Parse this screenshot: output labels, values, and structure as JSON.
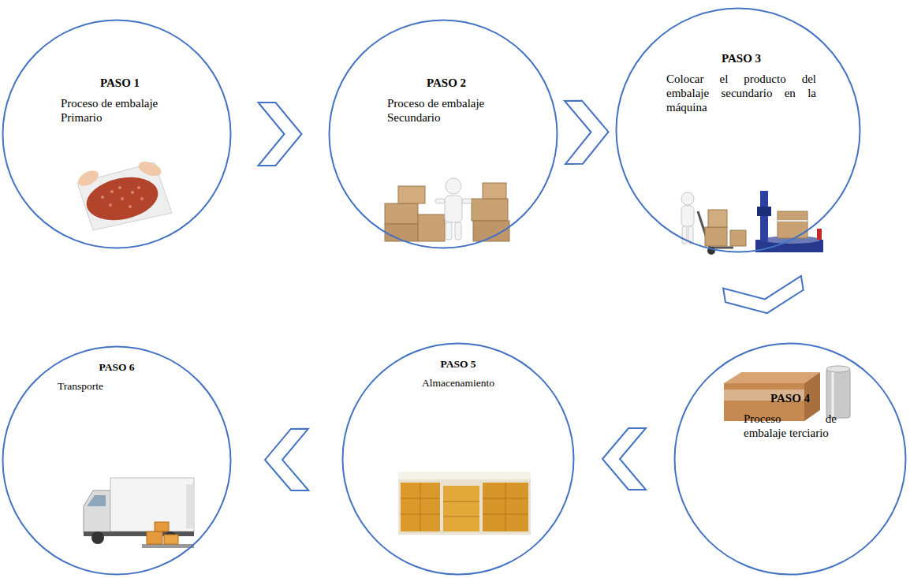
{
  "diagram": {
    "nodes": [
      {
        "text": [
          "PASO 1",
          "Proceso de embalaje Primario"
        ]
      },
      {
        "text": [
          "PASO 2",
          "Proceso de embalaje Secundario"
        ]
      },
      {
        "text": [
          "PASO 3",
          "Colocar el producto del embalaje secundario en la máquina"
        ]
      },
      {
        "text": [
          "PASO 4",
          "Proceso de embalaje terciario"
        ]
      },
      {
        "text": [
          "PASO 5",
          "Almacenamiento"
        ]
      },
      {
        "text": [
          "PASO 6",
          "Transporte"
        ]
      }
    ],
    "edges": [
      {
        "from": 0,
        "to": 1,
        "arrow": "to"
      },
      {
        "from": 1,
        "to": 2,
        "arrow": "to"
      },
      {
        "from": 2,
        "to": 3,
        "arrow": "to"
      },
      {
        "from": 3,
        "to": 4,
        "arrow": "to"
      },
      {
        "from": 4,
        "to": 5,
        "arrow": "to"
      }
    ]
  }
}
